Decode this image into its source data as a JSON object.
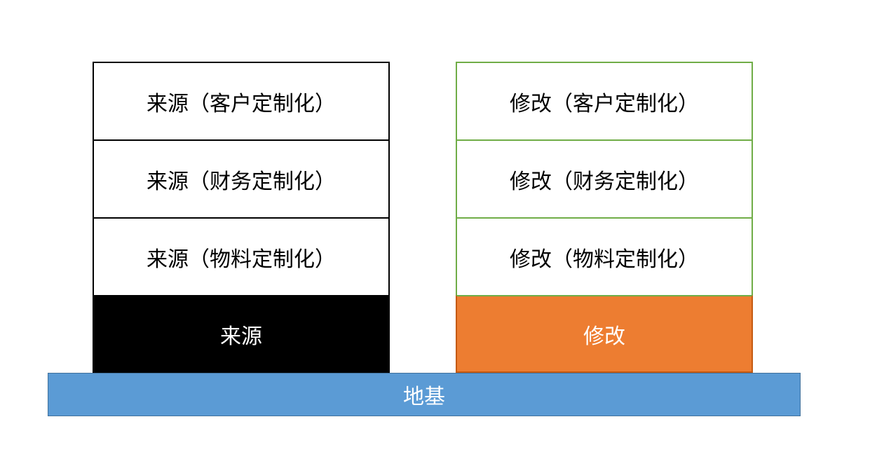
{
  "left_stack": {
    "layers": [
      "来源（客户定制化）",
      "来源（财务定制化）",
      "来源（物料定制化）"
    ],
    "base": "来源"
  },
  "right_stack": {
    "layers": [
      "修改（客户定制化）",
      "修改（财务定制化）",
      "修改（物料定制化）"
    ],
    "base": "修改"
  },
  "foundation": "地基",
  "colors": {
    "left_base": "#000000",
    "right_base": "#ed7d31",
    "right_border": "#70ad47",
    "foundation": "#5b9bd5"
  }
}
